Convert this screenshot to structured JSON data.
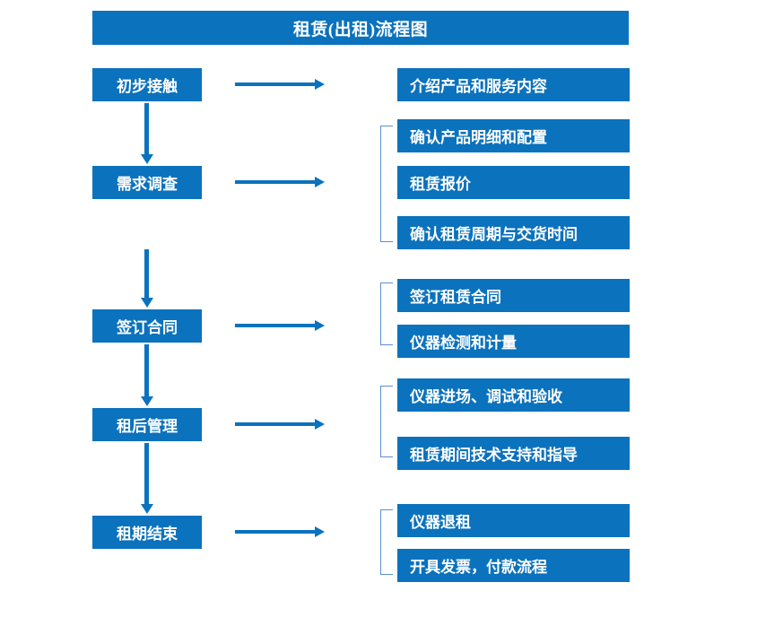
{
  "diagram": {
    "title": "租赁(出租)流程图",
    "accent_color": "#0b72bd",
    "bracket_color": "#5b8fd4",
    "background_color": "#ffffff",
    "text_color": "#ffffff"
  },
  "stages": [
    {
      "label": "初步接触"
    },
    {
      "label": "需求调查"
    },
    {
      "label": "签订合同"
    },
    {
      "label": "租后管理"
    },
    {
      "label": "租期结束"
    }
  ],
  "details": [
    {
      "label": "介绍产品和服务内容"
    },
    {
      "label": "确认产品明细和配置"
    },
    {
      "label": "租赁报价"
    },
    {
      "label": "确认租赁周期与交货时间"
    },
    {
      "label": "签订租赁合同"
    },
    {
      "label": "仪器检测和计量"
    },
    {
      "label": "仪器进场、调试和验收"
    },
    {
      "label": "租赁期间技术支持和指导"
    },
    {
      "label": "仪器退租"
    },
    {
      "label": "开具发票，付款流程"
    }
  ],
  "groups": [
    {
      "stage": "初步接触",
      "detail_labels": [
        "介绍产品和服务内容"
      ],
      "has_bracket": false
    },
    {
      "stage": "需求调查",
      "detail_labels": [
        "确认产品明细和配置",
        "租赁报价",
        "确认租赁周期与交货时间"
      ],
      "has_bracket": true
    },
    {
      "stage": "签订合同",
      "detail_labels": [
        "签订租赁合同",
        "仪器检测和计量"
      ],
      "has_bracket": true
    },
    {
      "stage": "租后管理",
      "detail_labels": [
        "仪器进场、调试和验收",
        "租赁期间技术支持和指导"
      ],
      "has_bracket": true
    },
    {
      "stage": "租期结束",
      "detail_labels": [
        "仪器退租",
        "开具发票，付款流程"
      ],
      "has_bracket": true
    }
  ],
  "connectors": {
    "stage_to_stage": "down-arrow",
    "stage_to_details": "right-arrow",
    "count_down_arrows": 4,
    "count_right_arrows": 5
  }
}
